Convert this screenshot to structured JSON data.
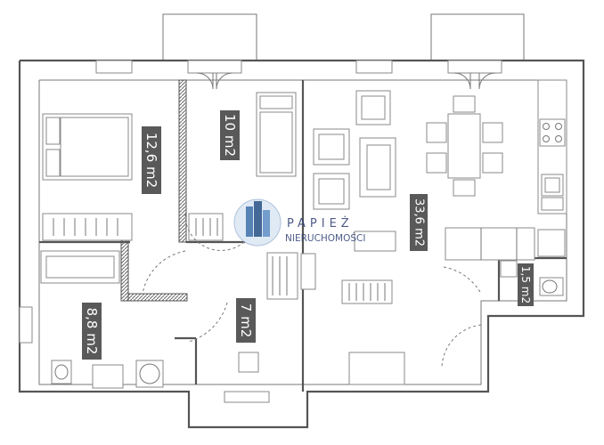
{
  "rooms": {
    "bedroom_large": "12,6 m2",
    "bedroom_small": "10 m2",
    "living_kitchen": "33,6 m2",
    "bathroom": "8,8 m2",
    "hall": "7 m2",
    "wc": "1,5 m2"
  },
  "logo": {
    "title": "PAPIEŻ",
    "subtitle": "NIERUCHOMOŚCI"
  },
  "colors": {
    "walls": "#555555",
    "label_background": "#595959",
    "logo_accent": "#2f3f73"
  }
}
